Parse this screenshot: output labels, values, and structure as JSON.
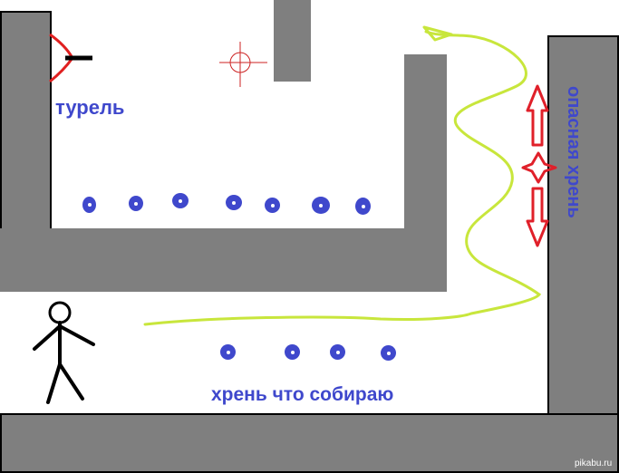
{
  "labels": {
    "turret": "турель",
    "collectibles": "хрень что собираю",
    "danger": "опасная хрень"
  },
  "watermark": "pikabu.ru",
  "icons": {
    "player": "stick-figure-icon",
    "turret": "turret-icon",
    "crosshair": "crosshair-icon",
    "hazard": "double-arrow-hazard-icon",
    "path_arrow": "path-arrow-icon"
  },
  "colors": {
    "wall": "#7f7f7f",
    "label": "#3f48cc",
    "coin": "#3f48cc",
    "path": "#c8e63c",
    "hazard": "#e0202a",
    "crosshair": "#cc2222",
    "turret": "#e02020"
  }
}
